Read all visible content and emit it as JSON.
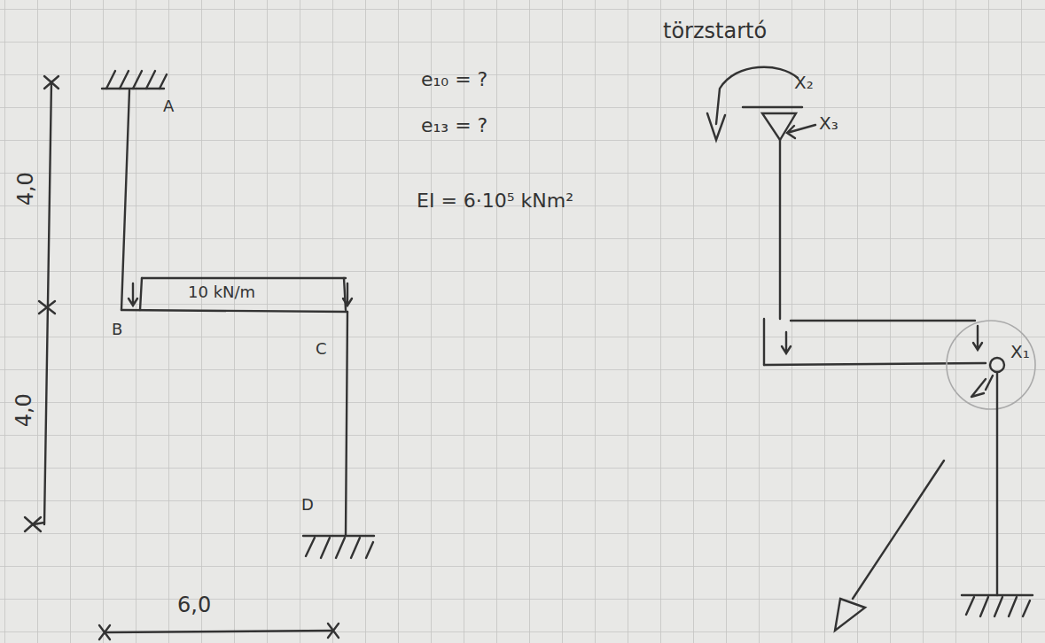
{
  "diagram": {
    "labels": [
      "A",
      "B",
      "C",
      "D",
      "4,0",
      "4,0",
      "6,0",
      "10 kN/m",
      "e₁₀ = ?",
      "e₁₃ = ?",
      "EI = 6·10⁵ kNm²",
      "törzstartó",
      "X₂",
      "X₃",
      "X₁"
    ]
  }
}
